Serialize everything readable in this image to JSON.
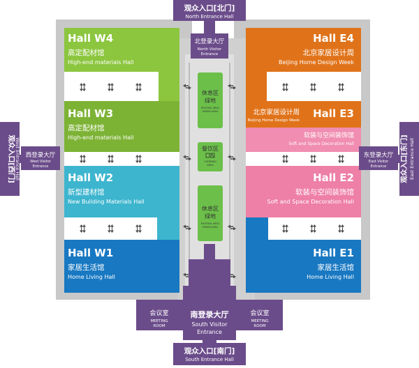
{
  "colors": {
    "purple": "#6B4C8A",
    "green": "#8CC63F",
    "green_dark": "#7DB335",
    "orange": "#E0731A",
    "pink": "#EE7FA6",
    "pink_light": "#F08DB0",
    "teal": "#3DB5CE",
    "blue": "#1878C2",
    "lane_green": "#6CC04A",
    "frame_gray": "#C8C8C8"
  },
  "entrances": {
    "north": {
      "title": "观众入口[北门]",
      "subtitle": "North Entrance Hall"
    },
    "south": {
      "title": "观众入口[南门]",
      "subtitle": "South Entrance Hall"
    },
    "west": {
      "title": "观众入口[西门]",
      "subtitle": "West Entrance Hall"
    },
    "east": {
      "title": "观众入口[东门]",
      "subtitle": "East Entrance Hall"
    }
  },
  "visitor_halls": {
    "north": {
      "cn": "北登录大厅",
      "en1": "North Visitor",
      "en2": "Entrance"
    },
    "west": {
      "cn": "西登录大厅",
      "en1": "West Visitor",
      "en2": "Entrance"
    },
    "east": {
      "cn": "东登录大厅",
      "en1": "East Visitor",
      "en2": "Entrance"
    },
    "south": {
      "cn": "南登录大厅",
      "en1": "South Visitor",
      "en2": "Entrance"
    }
  },
  "meeting_rooms": {
    "left": {
      "cn": "会议室",
      "en1": "MEETING",
      "en2": "ROOM"
    },
    "right": {
      "cn": "会议室",
      "en1": "MEETING",
      "en2": "ROOM"
    }
  },
  "halls": {
    "w4": {
      "title": "Hall W4",
      "cn": "高定配材馆",
      "en": "High-end materials Hall"
    },
    "w3": {
      "title": "Hall W3",
      "cn": "高定配材馆",
      "en": "High-end materials Hall"
    },
    "w2": {
      "title": "Hall W2",
      "cn": "新型建材馆",
      "en": "New Building Materials Hall"
    },
    "w1": {
      "title": "Hall W1",
      "cn": "家居生活馆",
      "en": "Home Living Hall"
    },
    "e4": {
      "title": "Hall E4",
      "cn": "北京家居设计周",
      "en": "Beijing Home Design Week"
    },
    "e3": {
      "title": "Hall E3",
      "cn": "北京家居设计周",
      "en": "Beijing Home Design Week",
      "sub_cn": "软装与空间装饰馆",
      "sub_en": "Soft and Space Decoration Hall"
    },
    "e2": {
      "title": "Hall E2",
      "cn": "软装与空间装饰馆",
      "en": "Soft and Space Decoration Hall"
    },
    "e1": {
      "title": "Hall E1",
      "cn": "家居生活馆",
      "en": "Home Living Hall"
    }
  },
  "center": {
    "rest_top": {
      "cn1": "休息区",
      "cn2": "绿地",
      "en1": "RESTING AREA",
      "en2": "GREEN AREA"
    },
    "catering": {
      "cn": "餐饮区",
      "en1": "CATERING",
      "en2": "AREA"
    },
    "rest_bottom": {
      "cn1": "休息区",
      "cn2": "绿地",
      "en1": "RESTING AREA",
      "en2": "GREEN AREA"
    }
  },
  "icons": [
    "escalator-icon",
    "corridor-arrow-icon",
    "catering-icon"
  ]
}
